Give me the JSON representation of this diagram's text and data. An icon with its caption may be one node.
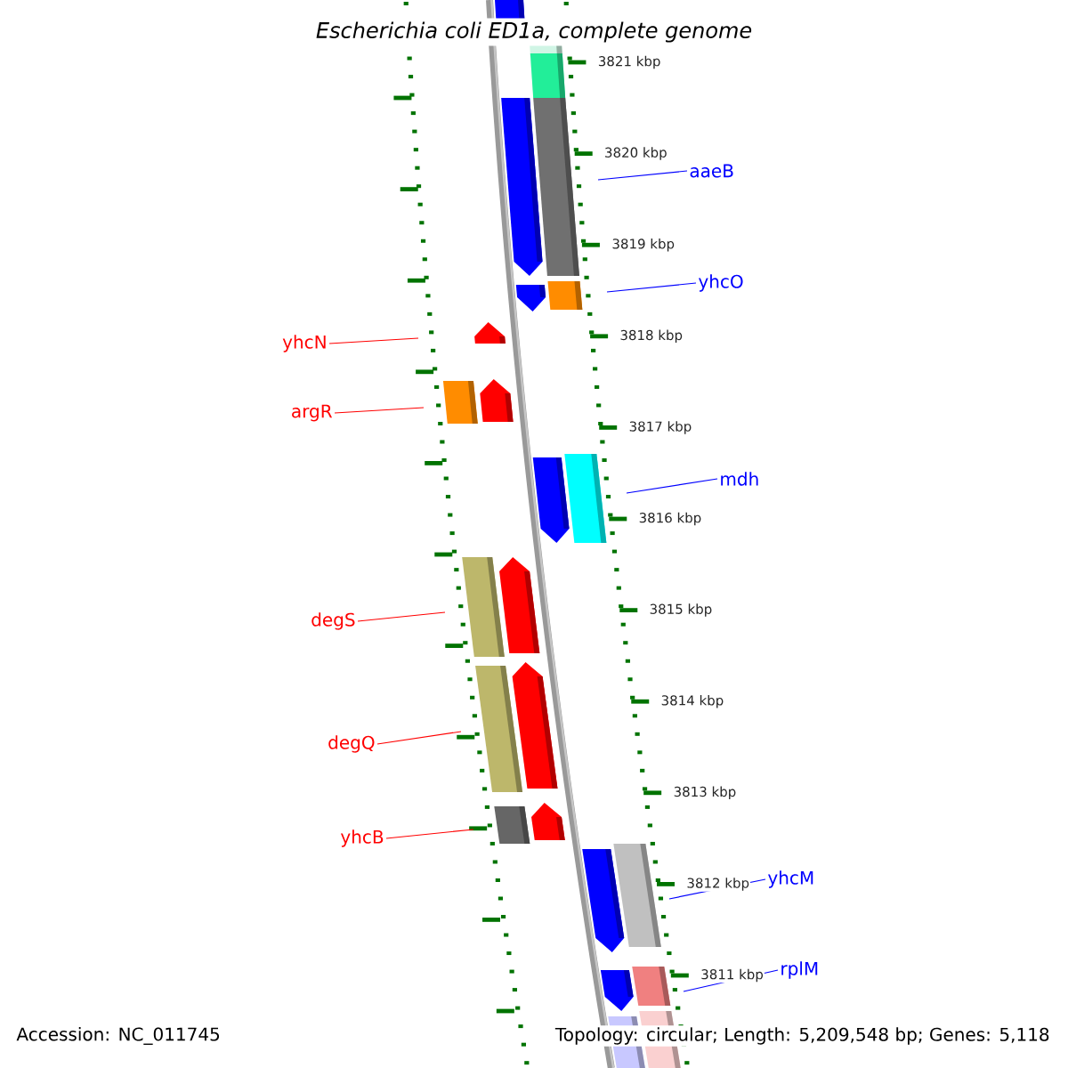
{
  "diagram": {
    "title": "Escherichia coli ED1a, complete genome",
    "nodes": [
      {
        "text": [
          "aaeB"
        ]
      },
      {
        "text": [
          "yhcO"
        ]
      },
      {
        "text": [
          "yhcN"
        ]
      },
      {
        "text": [
          "argR"
        ]
      },
      {
        "text": [
          "mdh"
        ]
      },
      {
        "text": [
          "degS"
        ]
      },
      {
        "text": [
          "degQ"
        ]
      },
      {
        "text": [
          "yhcB"
        ]
      },
      {
        "text": [
          "yhcM"
        ]
      },
      {
        "text": [
          "rplM"
        ]
      }
    ],
    "edges": [
      {
        "from": 0,
        "to": null,
        "arrow": "none",
        "color": "#0000ff"
      },
      {
        "from": 1,
        "to": null,
        "arrow": "none",
        "color": "#0000ff"
      },
      {
        "from": 2,
        "to": null,
        "arrow": "none",
        "color": "#ff0000"
      },
      {
        "from": 3,
        "to": null,
        "arrow": "none",
        "color": "#ff0000"
      },
      {
        "from": 4,
        "to": null,
        "arrow": "none",
        "color": "#0000ff"
      },
      {
        "from": 5,
        "to": null,
        "arrow": "none",
        "color": "#ff0000"
      },
      {
        "from": 6,
        "to": null,
        "arrow": "none",
        "color": "#ff0000"
      },
      {
        "from": 7,
        "to": null,
        "arrow": "none",
        "color": "#ff0000"
      },
      {
        "from": 8,
        "to": null,
        "arrow": "none",
        "color": "#0000ff"
      },
      {
        "from": 9,
        "to": null,
        "arrow": "none",
        "color": "#0000ff"
      }
    ],
    "labels": [
      "3821 kbp",
      "3820 kbp",
      "3819 kbp",
      "3818 kbp",
      "3817 kbp",
      "3816 kbp",
      "3815 kbp",
      "3814 kbp",
      "3813 kbp",
      "3812 kbp",
      "3811 kbp",
      "Accession: NC_011745",
      "Topology: circular; Length: 5,209,548 bp; Genes: 5,118"
    ]
  }
}
